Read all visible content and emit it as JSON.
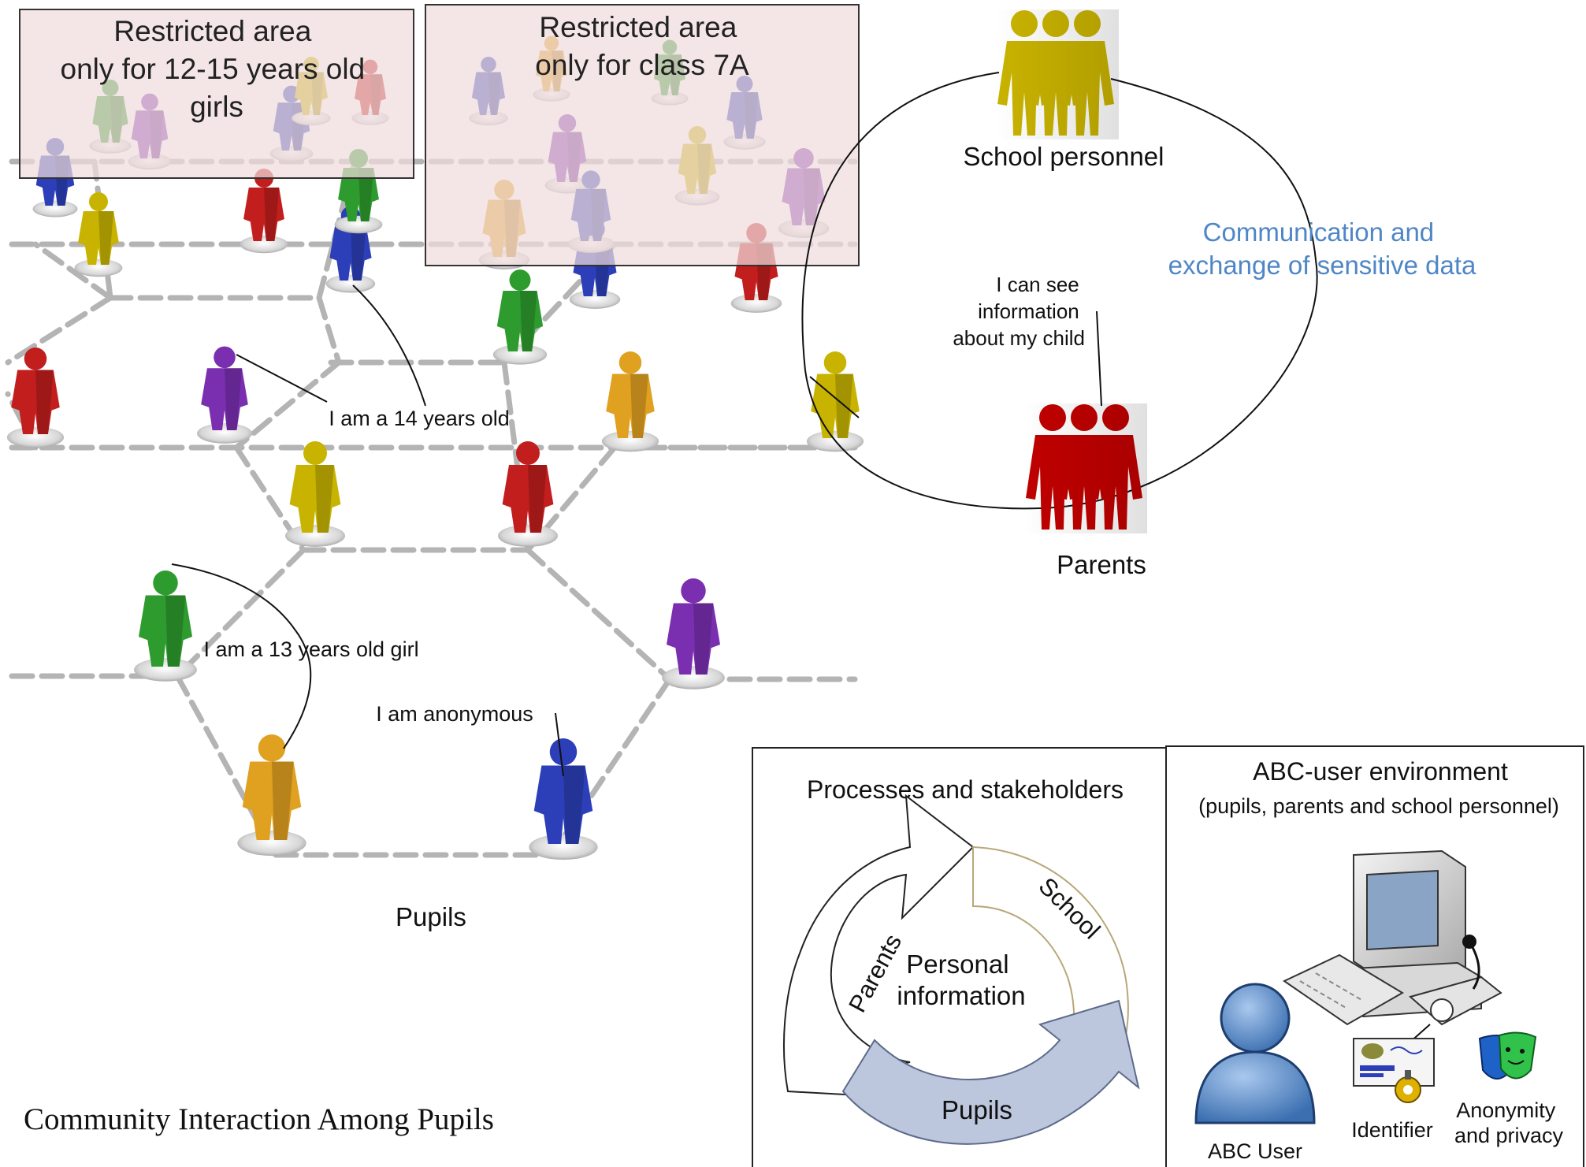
{
  "colors": {
    "restricted_fill": "#f3e4e4",
    "restricted_border": "#333333",
    "communication_text": "#4f86c6",
    "school_personnel": "#c8b400",
    "parents": "#c00000",
    "pupils_arrow": "#bcc6dc",
    "figure_palette": [
      "#2e9b2e",
      "#7a2fb0",
      "#2c3fb8",
      "#c8b400",
      "#c21e1e",
      "#e0a020"
    ]
  },
  "network": {
    "restricted_areas": [
      {
        "lines": [
          "Restricted area",
          "only for 12-15 years old",
          "girls"
        ]
      },
      {
        "lines": [
          "Restricted area",
          "only for class 7A"
        ]
      }
    ],
    "callouts": {
      "fourteen": "I am a 14 years old",
      "thirteen_girl": "I am a 13 years old girl",
      "anonymous": "I am anonymous"
    },
    "pupils_label": "Pupils",
    "caption": "Community Interaction Among Pupils"
  },
  "stakeholders": {
    "school_personnel": "School personnel",
    "parents": "Parents",
    "communication": [
      "Communication and",
      "exchange of sensitive data"
    ],
    "parent_callout": [
      "I can see",
      "information",
      "about my child"
    ]
  },
  "processes": {
    "title": "Processes and stakeholders",
    "center": [
      "Personal",
      "information"
    ],
    "arrows": {
      "parents": "Parents",
      "school": "School",
      "pupils": "Pupils"
    }
  },
  "environment": {
    "title": "ABC-user environment",
    "subtitle": "(pupils, parents and school personnel)",
    "user_label": "ABC User",
    "identifier_label": "Identifier",
    "anonymity_label": [
      "Anonymity",
      "and privacy"
    ]
  }
}
